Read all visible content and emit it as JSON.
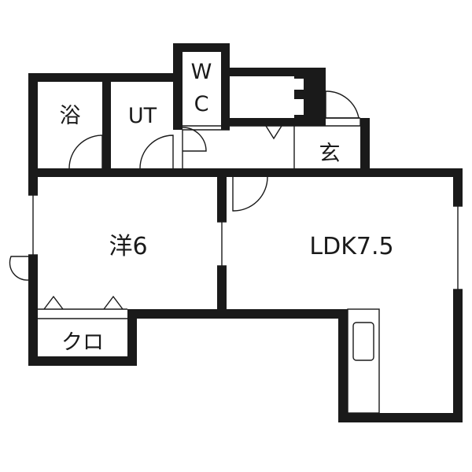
{
  "floorplan": {
    "rooms": {
      "bath": "浴",
      "utility": "UT",
      "wc_top": "W",
      "wc_bottom": "C",
      "entrance": "玄",
      "western_room": "洋6",
      "ldk": "LDK7.5",
      "closet": "クロ"
    },
    "colors": {
      "wall": "#1a1a1a",
      "background": "#ffffff"
    }
  }
}
